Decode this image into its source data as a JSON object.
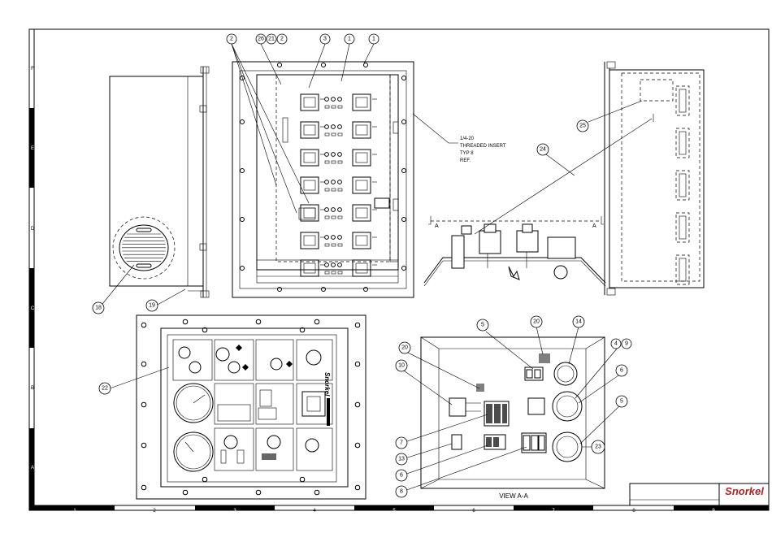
{
  "zones_left": [
    "F",
    "E",
    "D",
    "C",
    "B",
    "A"
  ],
  "zones_bottom": [
    "1",
    "2",
    "3",
    "4",
    "5",
    "6",
    "7",
    "8",
    "9"
  ],
  "insert_note": [
    "1/4-20",
    "THREADED INSERT",
    "TYP 8",
    "REF."
  ],
  "section_markers": {
    "left": "A",
    "right": "A"
  },
  "view_label": "VIEW  A-A",
  "brand": "Snorkel",
  "panel_brand": "Snorkel",
  "balloons": {
    "b2a": "2",
    "b26": "26",
    "b21": "21",
    "b2b": "2",
    "b3": "3",
    "b1a": "1",
    "b1b": "1",
    "b25": "25",
    "b24": "24",
    "b18": "18",
    "b19": "19",
    "b22": "22",
    "b5a": "5",
    "b20a": "20",
    "b14": "14",
    "b4": "4",
    "b9": "9",
    "b20b": "20",
    "b10": "10",
    "b6a": "6",
    "b5b": "5",
    "b7": "7",
    "b13": "13",
    "b6b": "6",
    "b23": "23",
    "b8": "8"
  }
}
